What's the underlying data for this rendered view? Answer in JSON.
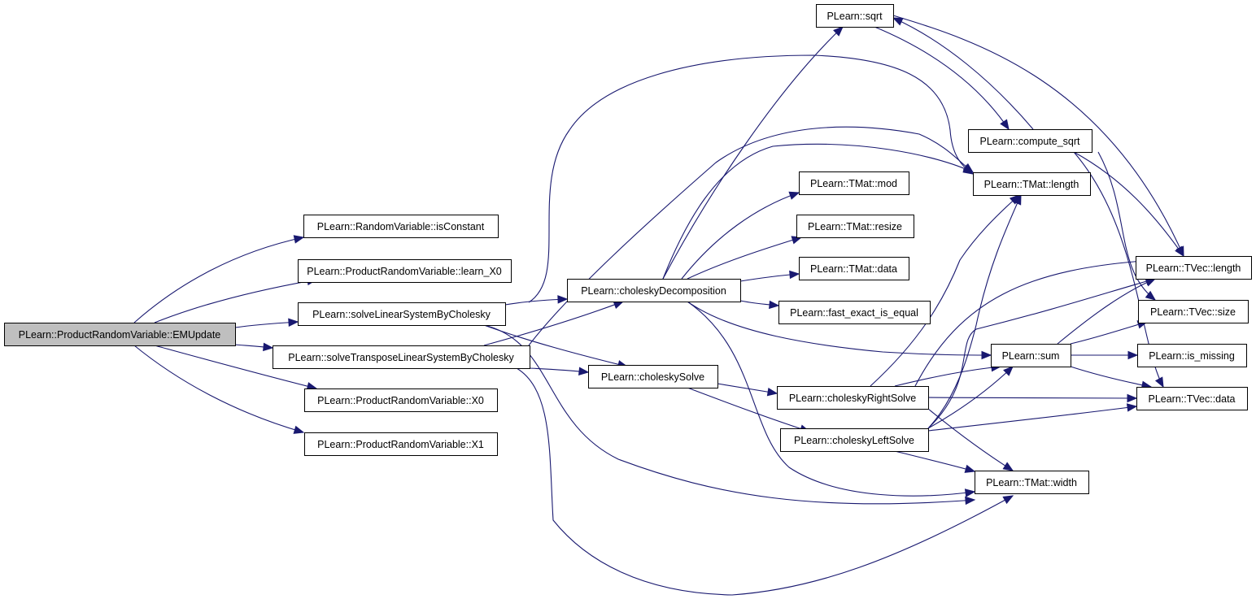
{
  "colors": {
    "edge": "#191970",
    "root_fill": "#bfbfbf",
    "node_fill": "#ffffff",
    "node_border": "#000000"
  },
  "nodes": [
    {
      "id": "emupdate",
      "label": "PLearn::ProductRandomVariable::EMUpdate",
      "root": true
    },
    {
      "id": "isconstant",
      "label": "PLearn::RandomVariable::isConstant"
    },
    {
      "id": "learn_x0",
      "label": "PLearn::ProductRandomVariable::learn_X0"
    },
    {
      "id": "slsbc",
      "label": "PLearn::solveLinearSystemByCholesky"
    },
    {
      "id": "stlsbc",
      "label": "PLearn::solveTransposeLinearSystemByCholesky"
    },
    {
      "id": "x0",
      "label": "PLearn::ProductRandomVariable::X0"
    },
    {
      "id": "x1",
      "label": "PLearn::ProductRandomVariable::X1"
    },
    {
      "id": "choldecomp",
      "label": "PLearn::choleskyDecomposition"
    },
    {
      "id": "cholsolve",
      "label": "PLearn::choleskySolve"
    },
    {
      "id": "sqrt",
      "label": "PLearn::sqrt"
    },
    {
      "id": "tmat_mod",
      "label": "PLearn::TMat::mod"
    },
    {
      "id": "tmat_resize",
      "label": "PLearn::TMat::resize"
    },
    {
      "id": "tmat_data",
      "label": "PLearn::TMat::data"
    },
    {
      "id": "fast_exact",
      "label": "PLearn::fast_exact_is_equal"
    },
    {
      "id": "cholright",
      "label": "PLearn::choleskyRightSolve"
    },
    {
      "id": "cholleft",
      "label": "PLearn::choleskyLeftSolve"
    },
    {
      "id": "compute_sqrt",
      "label": "PLearn::compute_sqrt"
    },
    {
      "id": "tmat_length",
      "label": "PLearn::TMat::length"
    },
    {
      "id": "sum",
      "label": "PLearn::sum"
    },
    {
      "id": "tmat_width",
      "label": "PLearn::TMat::width"
    },
    {
      "id": "tvec_length",
      "label": "PLearn::TVec::length"
    },
    {
      "id": "tvec_size",
      "label": "PLearn::TVec::size"
    },
    {
      "id": "is_missing",
      "label": "PLearn::is_missing"
    },
    {
      "id": "tvec_data",
      "label": "PLearn::TVec::data"
    }
  ],
  "edges": [
    {
      "from": "emupdate",
      "to": "isconstant"
    },
    {
      "from": "emupdate",
      "to": "learn_x0"
    },
    {
      "from": "emupdate",
      "to": "slsbc"
    },
    {
      "from": "emupdate",
      "to": "stlsbc"
    },
    {
      "from": "emupdate",
      "to": "x0"
    },
    {
      "from": "emupdate",
      "to": "x1"
    },
    {
      "from": "slsbc",
      "to": "choldecomp"
    },
    {
      "from": "slsbc",
      "to": "cholsolve"
    },
    {
      "from": "slsbc",
      "to": "tmat_length"
    },
    {
      "from": "slsbc",
      "to": "tmat_width"
    },
    {
      "from": "stlsbc",
      "to": "choldecomp"
    },
    {
      "from": "stlsbc",
      "to": "cholsolve"
    },
    {
      "from": "stlsbc",
      "to": "tmat_length"
    },
    {
      "from": "stlsbc",
      "to": "tmat_width"
    },
    {
      "from": "choldecomp",
      "to": "sqrt"
    },
    {
      "from": "choldecomp",
      "to": "tmat_length"
    },
    {
      "from": "choldecomp",
      "to": "tmat_mod"
    },
    {
      "from": "choldecomp",
      "to": "tmat_resize"
    },
    {
      "from": "choldecomp",
      "to": "tmat_data"
    },
    {
      "from": "choldecomp",
      "to": "fast_exact"
    },
    {
      "from": "choldecomp",
      "to": "sum"
    },
    {
      "from": "choldecomp",
      "to": "tmat_width"
    },
    {
      "from": "cholsolve",
      "to": "cholright"
    },
    {
      "from": "cholsolve",
      "to": "cholleft"
    },
    {
      "from": "cholright",
      "to": "tmat_length"
    },
    {
      "from": "cholright",
      "to": "sum"
    },
    {
      "from": "cholright",
      "to": "tvec_length"
    },
    {
      "from": "cholright",
      "to": "tvec_data"
    },
    {
      "from": "cholright",
      "to": "tmat_width"
    },
    {
      "from": "cholleft",
      "to": "tmat_length"
    },
    {
      "from": "cholleft",
      "to": "sum"
    },
    {
      "from": "cholleft",
      "to": "tvec_length"
    },
    {
      "from": "cholleft",
      "to": "tvec_data"
    },
    {
      "from": "cholleft",
      "to": "tmat_width"
    },
    {
      "from": "sqrt",
      "to": "compute_sqrt"
    },
    {
      "from": "sqrt",
      "to": "tvec_length"
    },
    {
      "from": "compute_sqrt",
      "to": "sqrt"
    },
    {
      "from": "compute_sqrt",
      "to": "tvec_length"
    },
    {
      "from": "compute_sqrt",
      "to": "tvec_size"
    },
    {
      "from": "compute_sqrt",
      "to": "tvec_data"
    },
    {
      "from": "sum",
      "to": "tvec_length"
    },
    {
      "from": "sum",
      "to": "tvec_size"
    },
    {
      "from": "sum",
      "to": "is_missing"
    },
    {
      "from": "sum",
      "to": "tvec_data"
    }
  ]
}
